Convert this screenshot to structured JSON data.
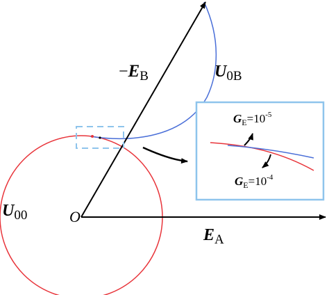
{
  "labels": {
    "origin": "O",
    "minus": "−",
    "eb_main": "E",
    "eb_sub": "B",
    "ea_main": "E",
    "ea_sub": "A",
    "u00_main": "U",
    "u00_sub": "00",
    "u0b_main": "U",
    "u0b_sub": "0B",
    "ge1_main": "G",
    "ge1_sub": "E",
    "ge1_eq": "=10",
    "ge1_exp": "-5",
    "ge2_main": "G",
    "ge2_sub": "E",
    "ge2_eq": "=10",
    "ge2_exp": "-4"
  },
  "colors": {
    "axis": "#000000",
    "u00_curve": "#e8343a",
    "u0b_curve": "#4a6fd8",
    "zoom_box": "#8ec4ec"
  }
}
